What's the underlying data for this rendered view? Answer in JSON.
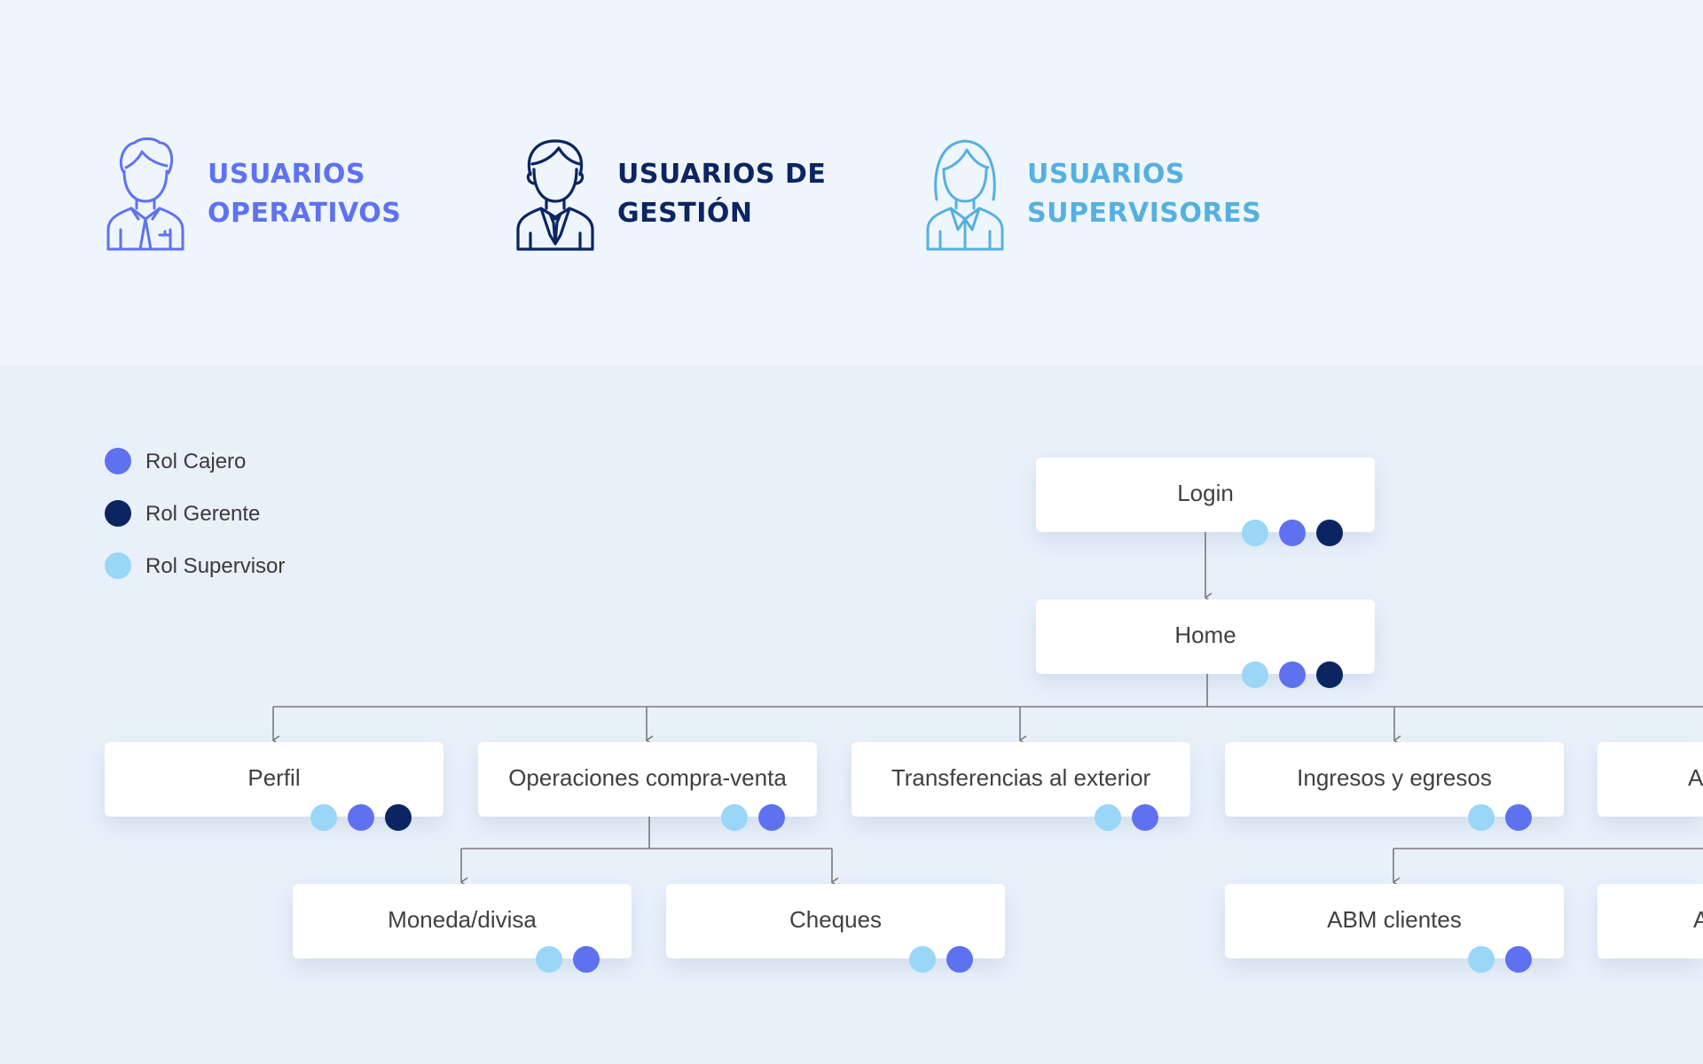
{
  "colors": {
    "operativos": "#5e72f0",
    "gestion": "#0b2562",
    "supervisores": "#55b0df",
    "cajero": "#5e72f0",
    "gerente": "#0b2562",
    "supervisor": "#99d6f8"
  },
  "user_groups": [
    {
      "icon": "male-worker-icon",
      "line1": "USUARIOS",
      "line2": "OPERATIVOS"
    },
    {
      "icon": "manager-suit-icon",
      "line1": "USUARIOS DE",
      "line2": "GESTIÓN"
    },
    {
      "icon": "female-supervisor-icon",
      "line1": "USUARIOS",
      "line2": "SUPERVISORES"
    }
  ],
  "legend": [
    {
      "label": "Rol Cajero",
      "color": "#5e72f0"
    },
    {
      "label": "Rol Gerente",
      "color": "#0b2562"
    },
    {
      "label": "Rol Supervisor",
      "color": "#99d6f8"
    }
  ],
  "nodes": {
    "login": {
      "label": "Login",
      "roles": [
        "supervisor",
        "cajero",
        "gerente"
      ]
    },
    "home": {
      "label": "Home",
      "roles": [
        "supervisor",
        "cajero",
        "gerente"
      ]
    },
    "perfil": {
      "label": "Perfil",
      "roles": [
        "supervisor",
        "cajero",
        "gerente"
      ]
    },
    "operaciones": {
      "label": "Operaciones compra-venta",
      "roles": [
        "supervisor",
        "cajero"
      ]
    },
    "transferencias": {
      "label": "Transferencias al exterior",
      "roles": [
        "supervisor",
        "cajero"
      ]
    },
    "ingresos": {
      "label": "Ingresos y egresos",
      "roles": [
        "supervisor",
        "cajero"
      ]
    },
    "partial_right_1": {
      "label": "A",
      "roles": []
    },
    "moneda": {
      "label": "Moneda/divisa",
      "roles": [
        "supervisor",
        "cajero"
      ]
    },
    "cheques": {
      "label": "Cheques",
      "roles": [
        "supervisor",
        "cajero"
      ]
    },
    "abm_clientes": {
      "label": "ABM clientes",
      "roles": [
        "supervisor",
        "cajero"
      ]
    },
    "partial_right_2": {
      "label": "A",
      "roles": []
    }
  }
}
